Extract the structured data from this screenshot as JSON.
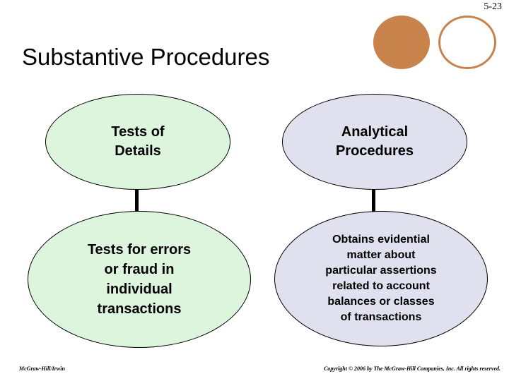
{
  "slide": {
    "number": "5-23",
    "title": "Substantive Procedures"
  },
  "decor": {
    "filled_circle_color": "#c8824c",
    "outline_circle_color": "#c8824c"
  },
  "diagram": {
    "nodes": [
      {
        "id": "tests-of-details",
        "label": "Tests of\nDetails",
        "fill": "#ddf5dd",
        "stroke": "#000000"
      },
      {
        "id": "analytical-procedures",
        "label": "Analytical\nProcedures",
        "fill": "#e0e0ef",
        "stroke": "#000000"
      },
      {
        "id": "tests-of-details-description",
        "label": "Tests for errors\nor fraud in\nindividual\ntransactions",
        "fill": "#ddf5dd",
        "stroke": "#000000"
      },
      {
        "id": "analytical-procedures-description",
        "label": "Obtains evidential\nmatter about\nparticular assertions\nrelated to account\nbalances or classes\nof transactions",
        "fill": "#e0e0ef",
        "stroke": "#000000"
      }
    ]
  },
  "footer": {
    "publisher": "McGraw-Hill/Irwin",
    "copyright": "Copyright © 2006 by The McGraw-Hill Companies, Inc. All rights reserved."
  }
}
